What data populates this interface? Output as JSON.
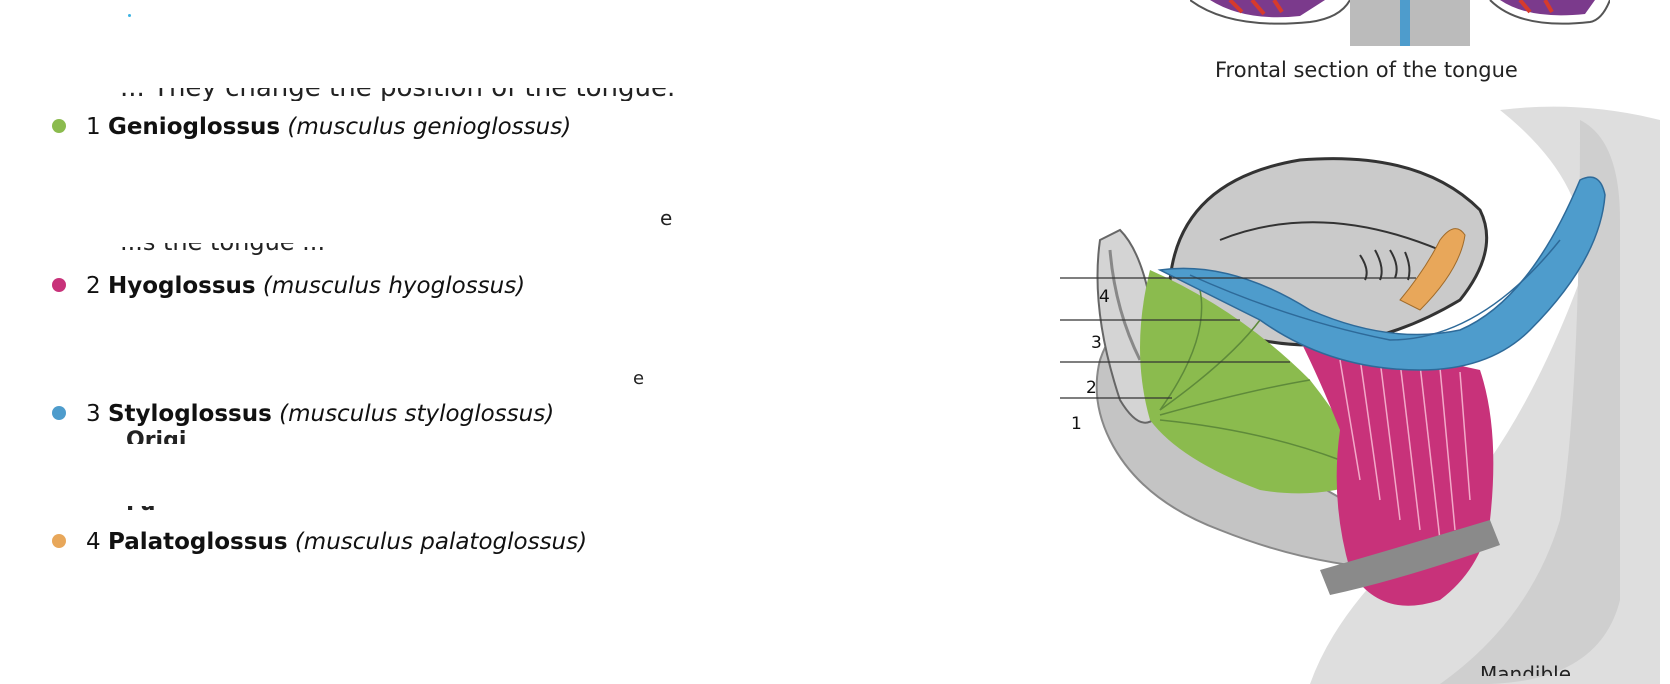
{
  "top_fragment": "... They change the position of the tongue.",
  "muscles": [
    {
      "num": "1",
      "name": "Genioglossus",
      "latin": "(musculus genioglossus)",
      "color": "#8bbb4e"
    },
    {
      "num": "2",
      "name": "Hyoglossus",
      "latin": "(musculus hyoglossus)",
      "color": "#c8327a"
    },
    {
      "num": "3",
      "name": "Styloglossus",
      "latin": "(musculus styloglossus)",
      "color": "#4e9ccc"
    },
    {
      "num": "4",
      "name": "Palatoglossus",
      "latin": "(musculus palatoglossus)",
      "color": "#e8a75a"
    }
  ],
  "fragments": {
    "e1": "e",
    "e2": "e",
    "origin_cut": "Origi",
    "fu_cut": "Fu",
    "the_tongue_cut": "...s the tongue ...",
    "mandible_cut": "Mandible"
  },
  "caption": "Frontal section of the tongue",
  "diagram_labels": [
    "4",
    "3",
    "2",
    "1"
  ]
}
